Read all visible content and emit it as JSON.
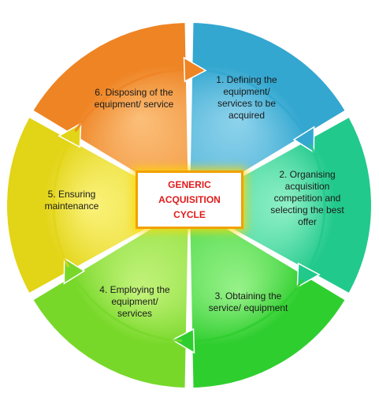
{
  "segments": [
    {
      "id": "seg-1",
      "label_lines": [
        "1. Defining the",
        "equipment/",
        "services to be",
        "acquired"
      ],
      "color": "#33a7d0",
      "color_light": "#8fd3ec"
    },
    {
      "id": "seg-2",
      "label_lines": [
        "2. Organising",
        "acquisition",
        "competition and",
        "selecting the best",
        "offer"
      ],
      "color": "#22c98c",
      "color_light": "#8ff0c6"
    },
    {
      "id": "seg-3",
      "label_lines": [
        "3. Obtaining the",
        "service/ equipment"
      ],
      "color": "#2fce2f",
      "color_light": "#98f28a"
    },
    {
      "id": "seg-4",
      "label_lines": [
        "4. Employing the",
        "equipment/",
        "services"
      ],
      "color": "#78d82a",
      "color_light": "#c4f37c"
    },
    {
      "id": "seg-5",
      "label_lines": [
        "5. Ensuring",
        "maintenance"
      ],
      "color": "#e2d416",
      "color_light": "#fbf27a"
    },
    {
      "id": "seg-6",
      "label_lines": [
        "6. Disposing of the",
        "equipment/ service"
      ],
      "color": "#ee8424",
      "color_light": "#fbbf7a"
    }
  ],
  "center": {
    "lines": [
      "GENERIC",
      "ACQUISITION",
      "CYCLE"
    ],
    "text_color": "#e01b1b",
    "border_color": "#f2a100"
  }
}
